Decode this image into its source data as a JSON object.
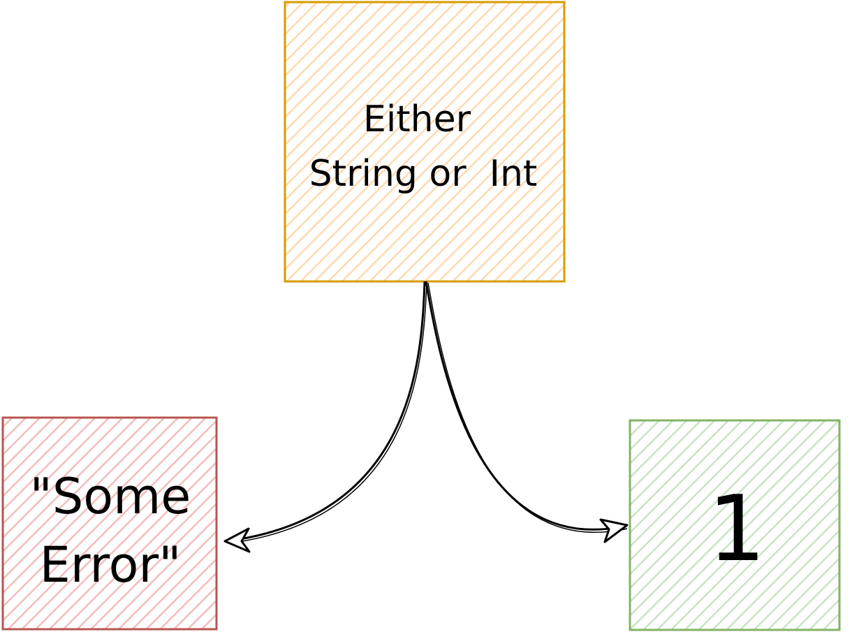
{
  "nodes": {
    "parent": {
      "lines": [
        "Either",
        "String or  Int"
      ],
      "stroke": "#d79b00",
      "fill": "#ffe6cc"
    },
    "left": {
      "lines": [
        "\"Some",
        "Error\""
      ],
      "stroke": "#b85450",
      "fill": "#f8cecc"
    },
    "right": {
      "lines": [
        "1"
      ],
      "stroke": "#82b366",
      "fill": "#d5e8d4"
    }
  },
  "edges": [
    {
      "from": "parent",
      "to": "left"
    },
    {
      "from": "parent",
      "to": "right"
    }
  ],
  "colors": {
    "edge": "#000000",
    "text": "#000000"
  }
}
